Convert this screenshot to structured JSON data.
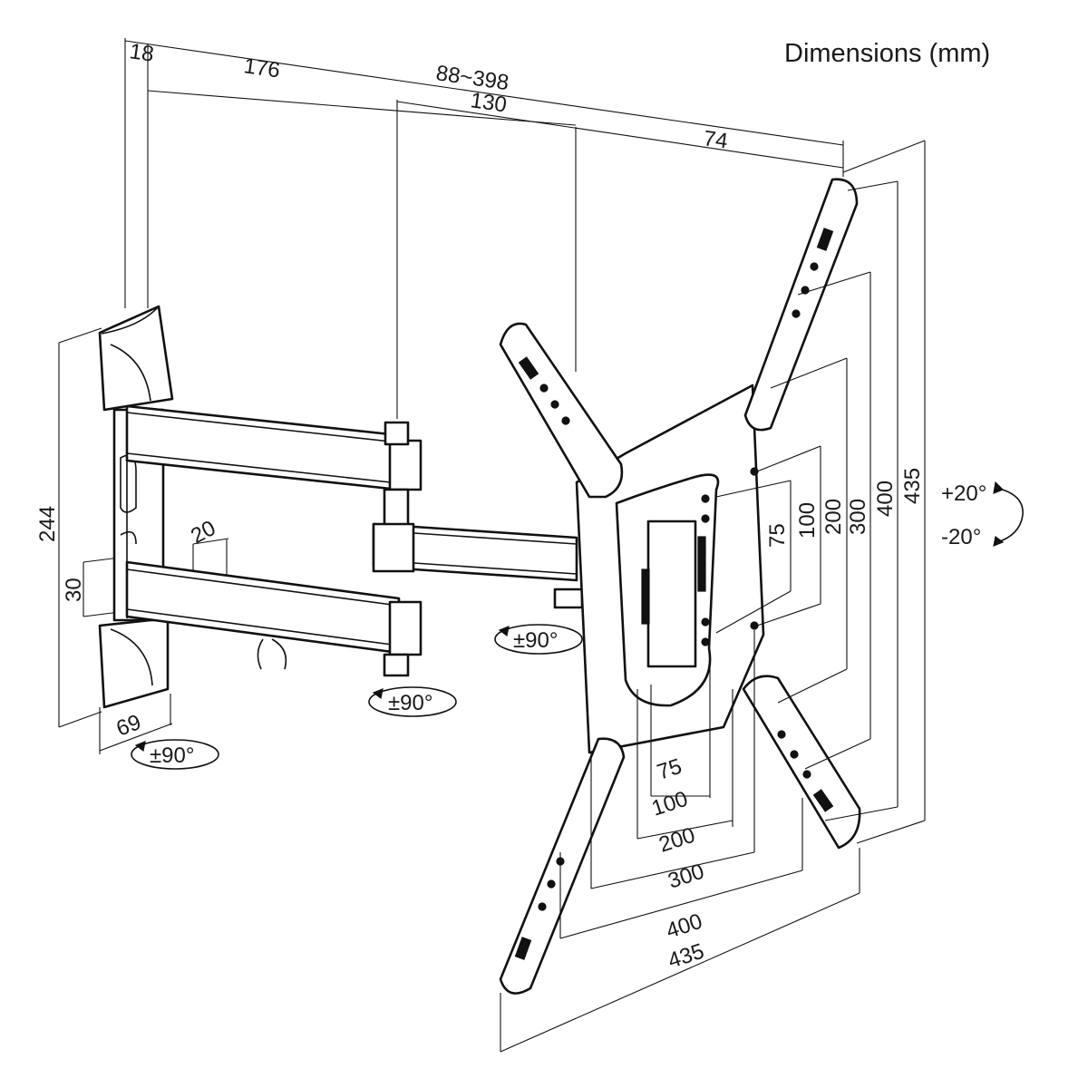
{
  "title": "Dimensions (mm)",
  "dimensions": {
    "d18": "18",
    "d176": "176",
    "d88_398": "88~398",
    "d130": "130",
    "d74": "74",
    "d244": "244",
    "d30": "30",
    "d20": "20",
    "d69": "69",
    "v75": "75",
    "v100": "100",
    "v200": "200",
    "v300": "300",
    "v400": "400",
    "v435": "435",
    "h75": "75",
    "h100": "100",
    "h200": "200",
    "h300": "300",
    "h400": "400",
    "h435": "435"
  },
  "rotations": {
    "tilt_up": "+20°",
    "tilt_down": "-20°",
    "swivel_wall": "±90°",
    "swivel_middle": "±90°",
    "swivel_head": "±90°"
  }
}
